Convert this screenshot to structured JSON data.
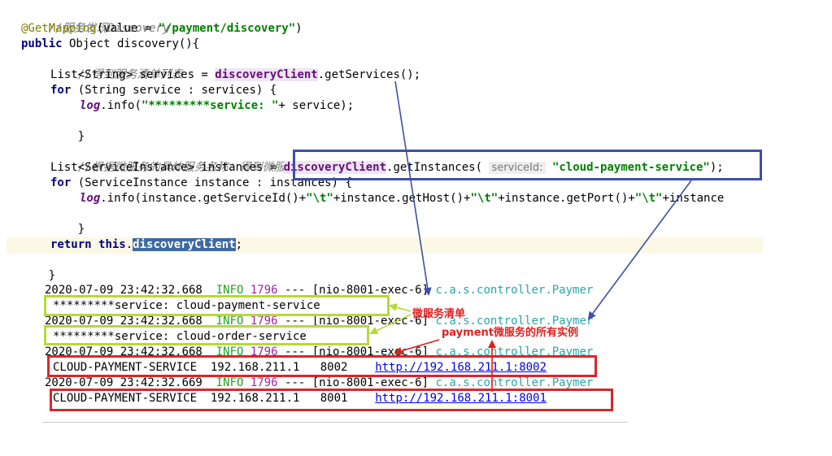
{
  "code": {
    "comment_discovery": "//服务发现Discovery",
    "annotation": "@GetMapping",
    "annotation_args_pre": "(value = ",
    "annotation_value": "\"/payment/discovery\"",
    "annotation_args_post": ")",
    "kw_public": "public",
    "method_sig": " Object discovery()",
    "open_brace": "{",
    "comment_list": "//得到服务清单列表",
    "services_decl": "List<String> services = ",
    "discovery_client": "discoveryClient",
    "get_services_call": ".getServices();",
    "kw_for": "for",
    "for_services": " (String service : services) ",
    "log": "log",
    "info_call": ".info(",
    "service_string": "\"*********service: \"",
    "service_concat": "+ service);",
    "close_brace": "}",
    "comment_instances": "//根据微服务的具体服务名称：得到微服务实例",
    "instances_decl": "List<ServiceInstance> instances = ",
    "get_instances_call": ".getInstances( ",
    "param_hint": "serviceId:",
    "service_id_value": "\"cloud-payment-service\"",
    "get_instances_end": ");",
    "for_instances": " (ServiceInstance instance : instances) ",
    "instance_log_a": ".info(instance.getServiceId()+",
    "tab_str": "\"\\t\"",
    "instance_log_b": "+instance.getHost()+",
    "instance_log_c": "+instance.getPort()+",
    "instance_log_d": "+instance",
    "kw_return": "return",
    "kw_this": "this",
    "return_dot": ".",
    "return_end": ";",
    "class_close": "}"
  },
  "console": {
    "log_lines": [
      {
        "ts": "2020-07-09 23:42:32.668  ",
        "level": "INFO",
        "pid": "1796",
        "rest": " --- [nio-8001-exec-6] ",
        "logger": "c.a.s.controller.Paymer"
      },
      {
        "ts": "2020-07-09 23:42:32.668  ",
        "level": "INFO",
        "pid": "1796",
        "rest": " --- [nio-8001-exec-6] ",
        "logger": "c.a.s.controller.Paymer"
      },
      {
        "ts": "2020-07-09 23:42:32.668  ",
        "level": "INFO",
        "pid": "1796",
        "rest": " --- [nio-8001-exec-6] ",
        "logger": "c.a.s.controller.Paymer"
      },
      {
        "ts": "2020-07-09 23:42:32.669  ",
        "level": "INFO",
        "pid": "1796",
        "rest": " --- [nio-8001-exec-6] ",
        "logger": "c.a.s.controller.Paymer"
      }
    ],
    "service_lines": [
      "*********service: cloud-payment-service",
      "*********service: cloud-order-service"
    ],
    "instances": [
      {
        "service_id": "CLOUD-PAYMENT-SERVICE",
        "host": "192.168.211.1",
        "port": "8002",
        "uri": "http://192.168.211.1:8002"
      },
      {
        "service_id": "CLOUD-PAYMENT-SERVICE",
        "host": "192.168.211.1",
        "port": "8001",
        "uri": "http://192.168.211.1:8001"
      }
    ]
  },
  "annotations": {
    "service_list_label": "微服务清单",
    "payment_instances_label": "payment微服务的所有实例"
  },
  "colors": {
    "green_box": "#b5d93a",
    "blue_box": "#3f4fa6",
    "red_box": "#d9262a",
    "arrow_blue": "#3f4fa6",
    "arrow_red": "#e0201e"
  }
}
